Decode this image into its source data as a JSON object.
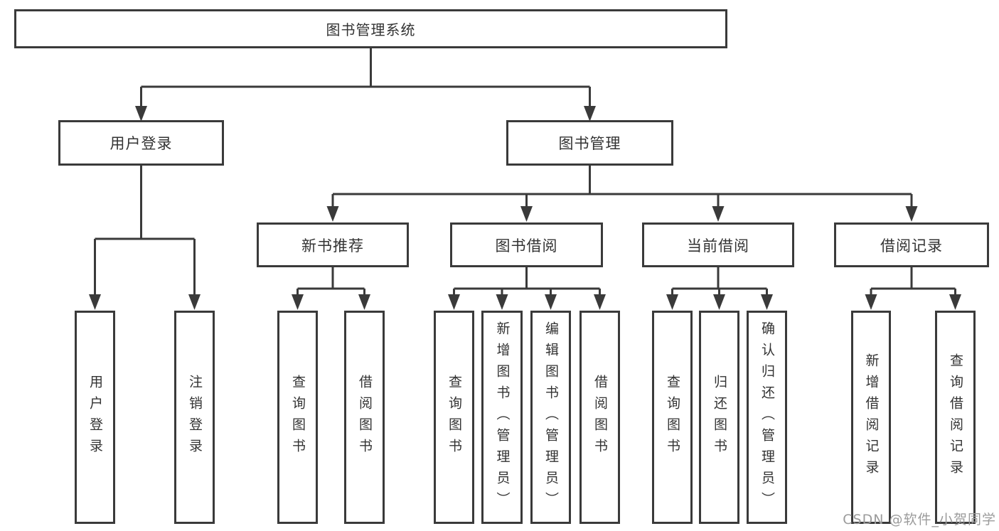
{
  "diagram": {
    "root": {
      "label": "图书管理系统"
    },
    "level2": [
      {
        "label": "用户登录"
      },
      {
        "label": "图书管理"
      }
    ],
    "level3": [
      {
        "label": "新书推荐"
      },
      {
        "label": "图书借阅"
      },
      {
        "label": "当前借阅"
      },
      {
        "label": "借阅记录"
      }
    ],
    "leaves": [
      {
        "label": "用户登录"
      },
      {
        "label": "注销登录"
      },
      {
        "label": "查询图书"
      },
      {
        "label": "借阅图书"
      },
      {
        "label": "查询图书"
      },
      {
        "label": "新增图书（管理员）"
      },
      {
        "label": "编辑图书（管理员）"
      },
      {
        "label": "借阅图书"
      },
      {
        "label": "查询图书"
      },
      {
        "label": "归还图书"
      },
      {
        "label": "确认归还（管理员）"
      },
      {
        "label": "新增借阅记录"
      },
      {
        "label": "查询借阅记录"
      }
    ]
  },
  "watermark": {
    "text": "CSDN @软件_小贺同学"
  },
  "colors": {
    "line": "#3a3a3a",
    "text": "#333333",
    "background": "#ffffff",
    "watermark": "#9b9b9b"
  }
}
